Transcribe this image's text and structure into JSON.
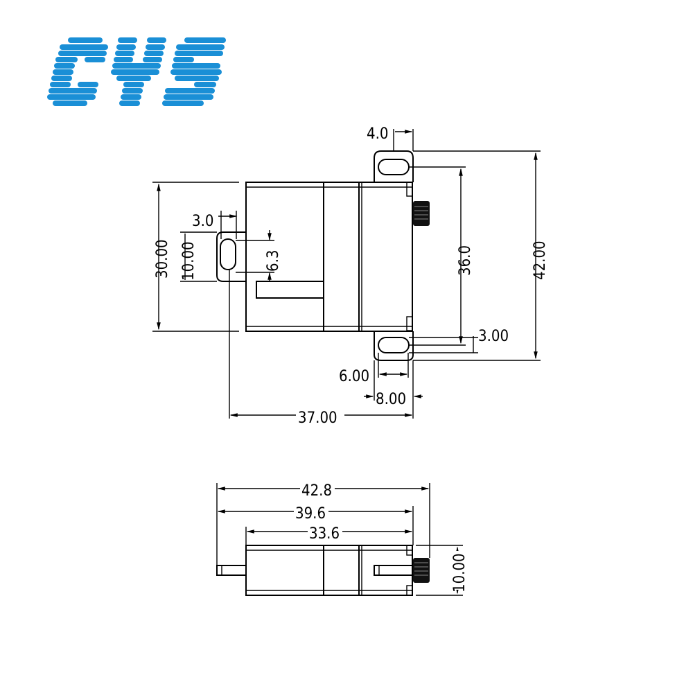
{
  "logo": {
    "text": "CYS",
    "color": "#1a8fd6"
  },
  "top_view": {
    "dimensions": {
      "tab_edge": "4.0",
      "hole_width": "3.0",
      "hole_span": "10.00",
      "hole_to_slot": "6.3",
      "body_height": "30.00",
      "mount_spacing": "36.0",
      "overall_height": "42.00",
      "hole_height": "3.00",
      "hole_length": "6.00",
      "tab_width": "8.00",
      "overall_length": "37.00"
    }
  },
  "side_view": {
    "dimensions": {
      "overall_with_gear": "42.8",
      "overall_with_shaft": "39.6",
      "body_length": "33.6",
      "thickness": "10.00"
    }
  },
  "colors": {
    "line": "#000000",
    "background": "#ffffff"
  }
}
